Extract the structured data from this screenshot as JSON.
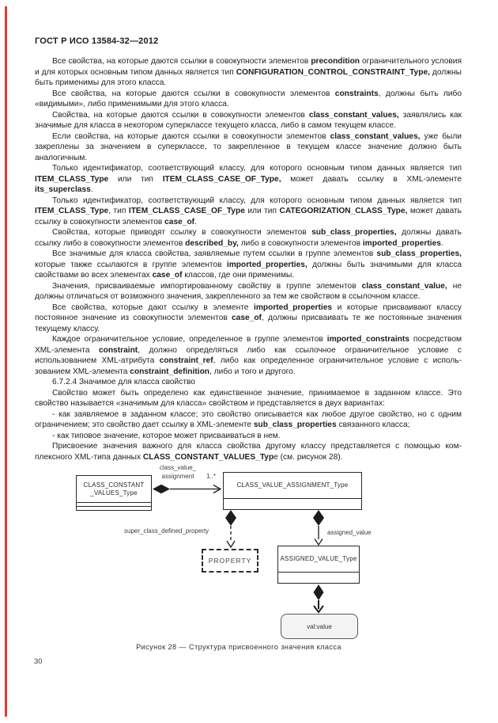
{
  "page": {
    "header_title": "ГОСТ Р ИСО 13584-32—2012",
    "page_number": "30"
  },
  "colors": {
    "accent_rule": "#e23b2e",
    "text": "#1e1e1e",
    "box_border": "#282828",
    "val_box_fill": "#f3f3f3"
  },
  "content": {
    "paragraphs": [
      {
        "segments": [
          {
            "t": "Все свойства, на которые даются ссылки в совокупности элементов "
          },
          {
            "t": "precondition",
            "b": true
          },
          {
            "t": " ограничительного усло­вия и для которых основным типом данных является тип "
          },
          {
            "t": "CONFIGURATION_CONTROL_CONSTRAINT_Type,",
            "b": true
          },
          {
            "t": " должны быть применимы для этого класса."
          }
        ]
      },
      {
        "segments": [
          {
            "t": "Все свойства, на которые даются ссылки в совокупности элементов "
          },
          {
            "t": "constraints",
            "b": true
          },
          {
            "t": ", должны быть либо «видимыми», либо применимыми для этого класса."
          }
        ]
      },
      {
        "segments": [
          {
            "t": "Свойства, на которые даются ссылки в совокупности элементов "
          },
          {
            "t": "class_constant_values,",
            "b": true
          },
          {
            "t": " заявлялись как значимые для класса в некотором суперклассе текущего класса, либо в самом текущем классе."
          }
        ]
      },
      {
        "segments": [
          {
            "t": "Если свойства, на которые даются ссылки в совокупности элементов "
          },
          {
            "t": "class_constant_values,",
            "b": true
          },
          {
            "t": " уже были закреплены за значением в суперклассе, то закрепленное в текущем классе значение должно быть аналогичным."
          }
        ]
      },
      {
        "segments": [
          {
            "t": "Только идентификатор, соответствующий классу, для которого основным типом данных является тип "
          },
          {
            "t": "ITEM_CLASS_Type",
            "b": true
          },
          {
            "t": " или тип "
          },
          {
            "t": "ITEM_CLASS_CASE_OF_Type,",
            "b": true
          },
          {
            "t": " может давать ссылку в XML-элементе "
          },
          {
            "t": "its_superclass",
            "b": true
          },
          {
            "t": "."
          }
        ]
      },
      {
        "segments": [
          {
            "t": "Только идентификатор, соответствующий классу, для которого основным типом данных является тип "
          },
          {
            "t": "ITEM_CLASS_Type",
            "b": true
          },
          {
            "t": ", тип "
          },
          {
            "t": "ITEM_CLASS_CASE_OF_Type",
            "b": true
          },
          {
            "t": " или тип "
          },
          {
            "t": "CATEGORIZATION_CLASS_Type,",
            "b": true
          },
          {
            "t": " может давать ссылку в совокупности элементов "
          },
          {
            "t": "case_of",
            "b": true
          },
          {
            "t": "."
          }
        ]
      },
      {
        "segments": [
          {
            "t": "Свойства, которые приводят ссылку в совокупности элементов "
          },
          {
            "t": "sub_class_properties,",
            "b": true
          },
          {
            "t": " должны давать ссылку либо в совокупности элементов "
          },
          {
            "t": "described_by,",
            "b": true
          },
          {
            "t": " либо в совокупности элементов "
          },
          {
            "t": "imported_properties",
            "b": true
          },
          {
            "t": "."
          }
        ]
      },
      {
        "segments": [
          {
            "t": "Все значимые для класса свойства, заявляемые путем ссылки в группе элементов "
          },
          {
            "t": "sub_class_properties,",
            "b": true
          },
          {
            "t": " которые также ссылаются в группе элементов "
          },
          {
            "t": "imported_properties,",
            "b": true
          },
          {
            "t": " должны быть значимыми для класса свойствами во всех элементах "
          },
          {
            "t": "case_of",
            "b": true
          },
          {
            "t": " классов, где они применимы."
          }
        ]
      },
      {
        "segments": [
          {
            "t": "Значения, присваиваемые импортированному свойству в группе элементов "
          },
          {
            "t": "class_constant_value,",
            "b": true
          },
          {
            "t": " не должны отличаться от возможного значения, закрепленного за тем же свойством в ссылочном классе."
          }
        ]
      },
      {
        "segments": [
          {
            "t": "Все свойства, которые дают ссылку в элементе "
          },
          {
            "t": "imported_properties",
            "b": true
          },
          {
            "t": " и которые присваивают классу постоянное значение из совокупности элементов "
          },
          {
            "t": "case_of",
            "b": true
          },
          {
            "t": ", должны присваивать те же постоянные значения текущему классу."
          }
        ]
      },
      {
        "segments": [
          {
            "t": "Каждое ограничительное условие, определенное в группе элементов "
          },
          {
            "t": "imported_constraints",
            "b": true
          },
          {
            "t": " посред­ством XML-элемента "
          },
          {
            "t": "constraint",
            "b": true
          },
          {
            "t": ", должно определяться либо как ссылочное ограничительное условие с использованием XML-атрибута "
          },
          {
            "t": "constraint_ref",
            "b": true
          },
          {
            "t": ", либо как определенное ограничительное условие с исполь­зованием XML-элемента "
          },
          {
            "t": "constraint_definition",
            "b": true
          },
          {
            "t": ", либо и того и другого."
          }
        ]
      },
      {
        "heading": true,
        "segments": [
          {
            "t": "6.7.2.4 Значимое для класса свойство"
          }
        ]
      },
      {
        "segments": [
          {
            "t": "Свойство может быть определено как единственное значение, принимаемое в заданном классе. Это свойство называется «значимым для класса» свойством и представляется в двух вариантах:"
          }
        ]
      },
      {
        "segments": [
          {
            "t": "- как заявляемое в заданном классе; это свойство описывается как любое другое свойство, но с одним ограничением; это свойство дает ссылку в XML-элементе "
          },
          {
            "t": "sub_class_properties",
            "b": true
          },
          {
            "t": " связанного класса;"
          }
        ]
      },
      {
        "segments": [
          {
            "t": "- как типовое значение, которое может присваиваться в нем."
          }
        ]
      },
      {
        "segments": [
          {
            "t": "Присвоение значения важного для класса свойства другому классу представляется с помощью ком­плексного XML-типа данных "
          },
          {
            "t": "CLASS_CONSTANT_VALUES_Typ",
            "b": true
          },
          {
            "t": "е (см. рисунок 28)."
          }
        ]
      }
    ]
  },
  "figure": {
    "caption": "Рисунок 28 — Структура присвоенного значения класса",
    "nodes": [
      {
        "id": "class-constant-values",
        "label": "CLASS_CONSTANT\n_VALUES_Type"
      },
      {
        "id": "class-value-assignment",
        "label": "CLASS_VALUE_ASSIGNMENT_Type"
      },
      {
        "id": "property",
        "label": "PROPERTY"
      },
      {
        "id": "assigned-value-type",
        "label": "ASSIGNED_VALUE_Type"
      },
      {
        "id": "val-value",
        "label": "val:value"
      }
    ],
    "edge_labels": {
      "class_value_assignment": "class_value_\nassignment",
      "multiplicity": "1..*",
      "super_class_defined_property": "super_class_defined_property",
      "assigned_value": "assigned_value"
    }
  }
}
